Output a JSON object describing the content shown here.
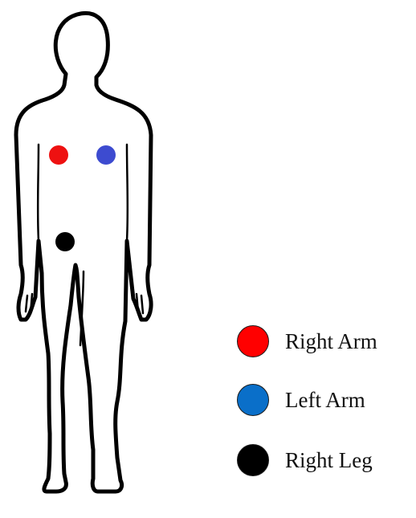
{
  "colors": {
    "right_arm": "#ee1111",
    "left_arm": "#3d4bd0",
    "right_leg": "#000000",
    "legend_right_arm": "#ff0000",
    "legend_left_arm": "#0a6fc9",
    "legend_right_leg": "#000000"
  },
  "electrodes": [
    {
      "lead": "Right Arm",
      "color": "#ee1111"
    },
    {
      "lead": "Left Arm",
      "color": "#3d4bd0"
    },
    {
      "lead": "Right Leg",
      "color": "#000000"
    }
  ],
  "legend": {
    "items": [
      {
        "label": "Right Arm",
        "color": "#ff0000"
      },
      {
        "label": "Left Arm",
        "color": "#0a6fc9"
      },
      {
        "label": "Right Leg",
        "color": "#000000"
      }
    ]
  }
}
